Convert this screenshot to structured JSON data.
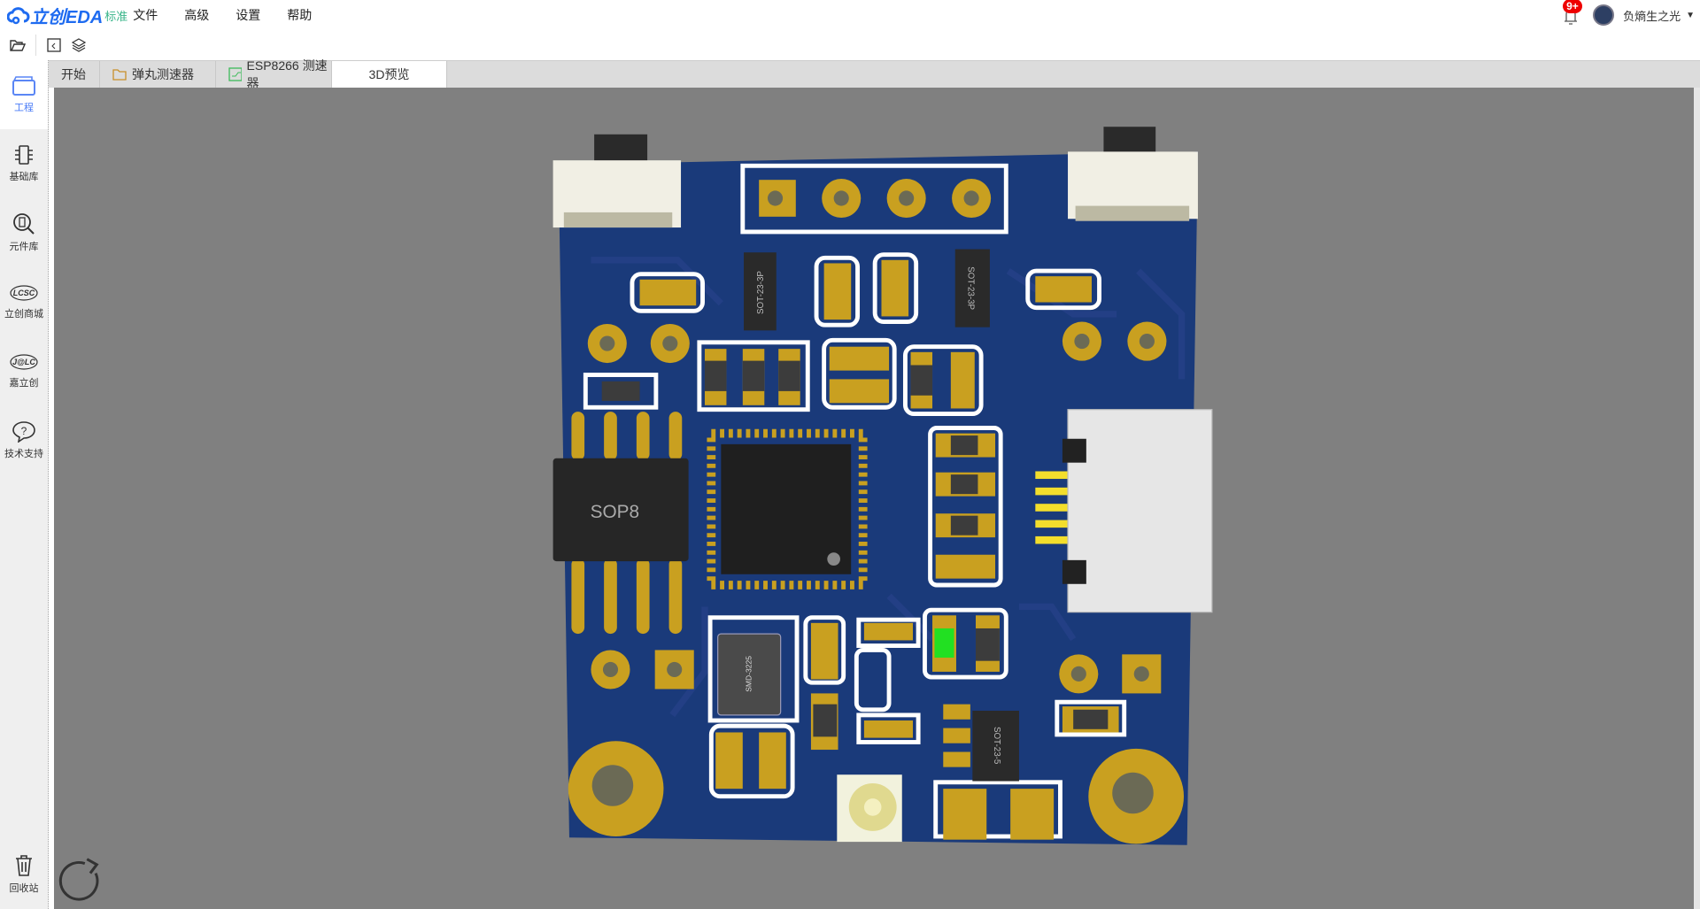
{
  "app": {
    "logo": "立创EDA",
    "edition": "标准"
  },
  "menu": [
    "文件",
    "高级",
    "设置",
    "帮助"
  ],
  "notifications": {
    "badge": "9+"
  },
  "user": {
    "name": "负熵生之光"
  },
  "tabs": [
    {
      "label": "开始"
    },
    {
      "label": "弹丸测速器",
      "icon": "folder-icon"
    },
    {
      "label": "ESP8266 测速器",
      "icon": "pcb-icon"
    },
    {
      "label": "3D预览"
    }
  ],
  "sidebar": [
    {
      "label": "工程"
    },
    {
      "label": "基础库"
    },
    {
      "label": "元件库"
    },
    {
      "label": "立创商城",
      "logo": "LCSC"
    },
    {
      "label": "嘉立创",
      "logo": "J@LC"
    },
    {
      "label": "技术支持"
    }
  ],
  "recycle": {
    "label": "回收站"
  },
  "pcb_labels": {
    "sop8": "SOP8",
    "sot1": "SOT-23-3P",
    "sot2": "SOT-23-3P",
    "smd": "SMD-3225",
    "sot5": "SOT-23-5"
  },
  "colors": {
    "board": "#1a3a7a",
    "gold": "#c9a020",
    "silk": "#ffffff",
    "accent": "#1e6bf0"
  }
}
